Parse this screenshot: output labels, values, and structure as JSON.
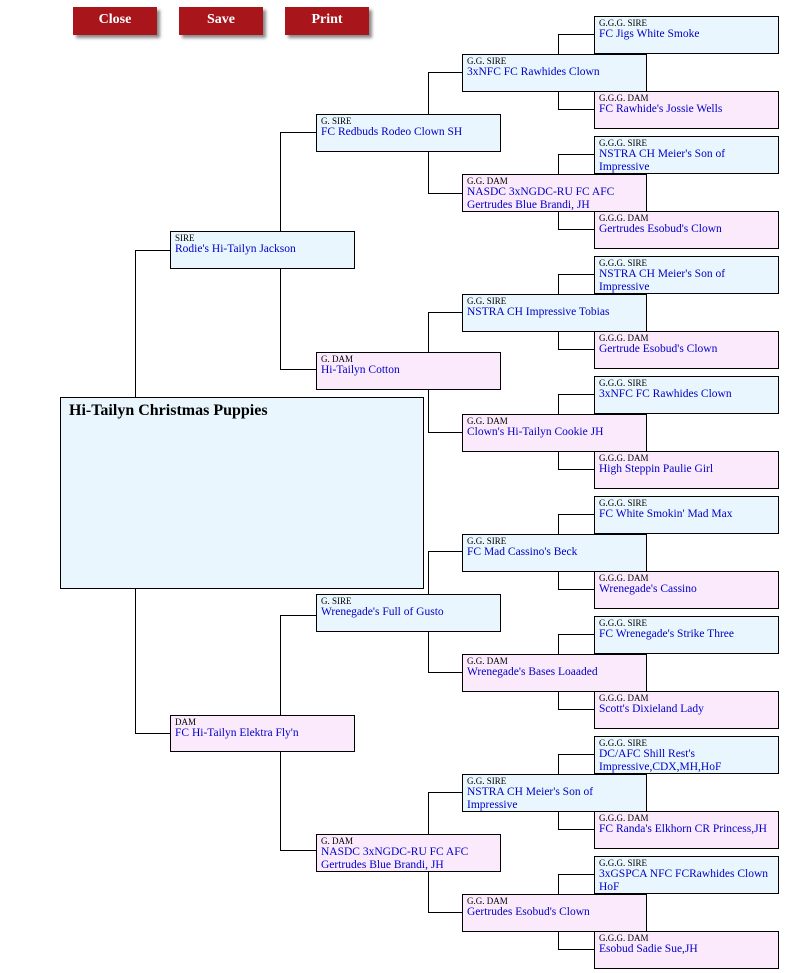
{
  "toolbar": {
    "close_label": "Close",
    "save_label": "Save",
    "print_label": "Print"
  },
  "dog": {
    "name": "Hi-Tailyn Christmas Puppies"
  },
  "labels": {
    "sire": "SIRE",
    "dam": "DAM",
    "g_sire": "G. SIRE",
    "g_dam": "G. DAM",
    "gg_sire": "G.G. SIRE",
    "gg_dam": "G.G. DAM",
    "ggg_sire": "G.G.G. SIRE",
    "ggg_dam": "G.G.G. DAM"
  },
  "gen1": {
    "sire": "Rodie's Hi-Tailyn Jackson",
    "dam": "FC Hi-Tailyn Elektra Fly'n"
  },
  "gen2": [
    "FC Redbuds Rodeo Clown SH",
    "Hi-Tailyn Cotton",
    "Wrenegade's Full of Gusto",
    "NASDC 3xNGDC-RU FC AFC Gertrudes Blue Brandi, JH"
  ],
  "gen3": [
    "3xNFC FC Rawhides Clown",
    "NASDC 3xNGDC-RU FC AFC Gertrudes Blue Brandi, JH",
    "NSTRA CH Impressive Tobias",
    "Clown's Hi-Tailyn Cookie JH",
    "FC Mad Cassino's Beck",
    "Wrenegade's Bases Loaaded",
    "NSTRA CH Meier's Son of Impressive",
    "Gertrudes Esobud's Clown"
  ],
  "gen4": [
    "FC Jigs White Smoke",
    "FC Rawhide's Jossie Wells",
    "NSTRA CH Meier's Son of Impressive",
    "Gertrudes Esobud's Clown",
    "NSTRA CH Meier's Son of Impressive",
    "Gertrude Esobud's Clown",
    "3xNFC FC Rawhides Clown",
    "High Steppin Paulie Girl",
    "FC White Smokin' Mad Max",
    "Wrenegade's Cassino",
    "FC Wrenegade's Strike Three",
    "Scott's Dixieland Lady",
    "DC/AFC Shill Rest's Impressive,CDX,MH,HoF",
    "FC Randa's Elkhorn CR Princess,JH",
    "3xGSPCA NFC FCRawhides Clown HoF",
    "Esobud Sadie Sue,JH"
  ]
}
